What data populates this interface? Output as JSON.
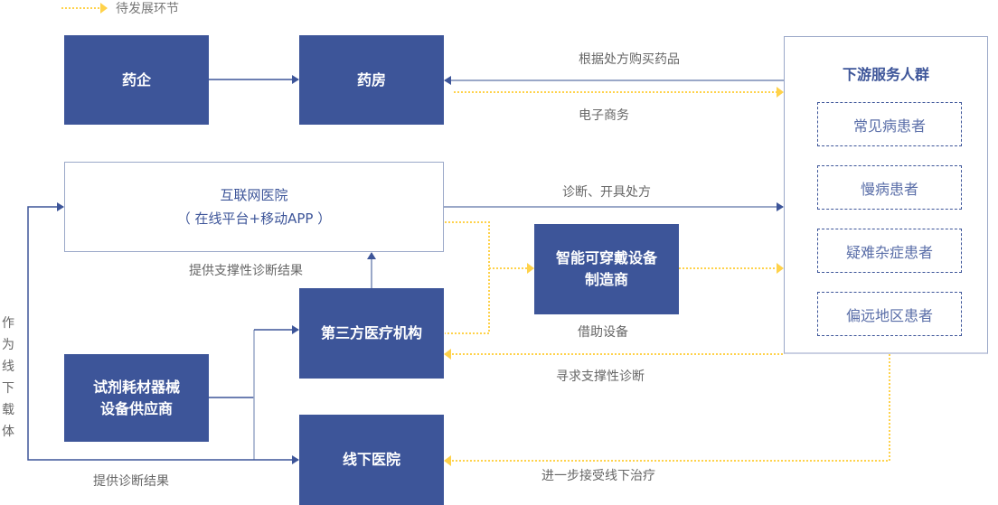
{
  "legend": {
    "label": "待发展环节",
    "line_color": "#ffd24a"
  },
  "colors": {
    "primary": "#3d5599",
    "connector": "#9aa8c8",
    "pending": "#ffd24a"
  },
  "nodes": {
    "pharma_company": "药企",
    "pharmacy": "药房",
    "internet_hospital": {
      "line1": "互联网医院",
      "line2": "（ 在线平台+移动APP ）"
    },
    "wearable_maker": {
      "line1": "智能可穿戴设备",
      "line2": "制造商"
    },
    "third_party": "第三方医疗机构",
    "supplier": {
      "line1": "试剂耗材器械",
      "line2": "设备供应商"
    },
    "offline_hospital": "线下医院"
  },
  "downstream": {
    "title": "下游服务人群",
    "groups": [
      "常见病患者",
      "慢病患者",
      "疑难杂症患者",
      "偏远地区患者"
    ]
  },
  "edge_labels": {
    "buy_by_prescription": "根据处方购买药品",
    "ecommerce": "电子商务",
    "diagnose_prescribe": "诊断、开具处方",
    "support_diagnosis_result": "提供支撑性诊断结果",
    "borrow_device": "借助设备",
    "seek_support_diagnosis": "寻求支撑性诊断",
    "further_offline_treatment": "进一步接受线下治疗",
    "provide_diagnosis_result": "提供诊断结果",
    "offline_carrier": [
      "作",
      "为",
      "线",
      "下",
      "载",
      "体"
    ]
  }
}
